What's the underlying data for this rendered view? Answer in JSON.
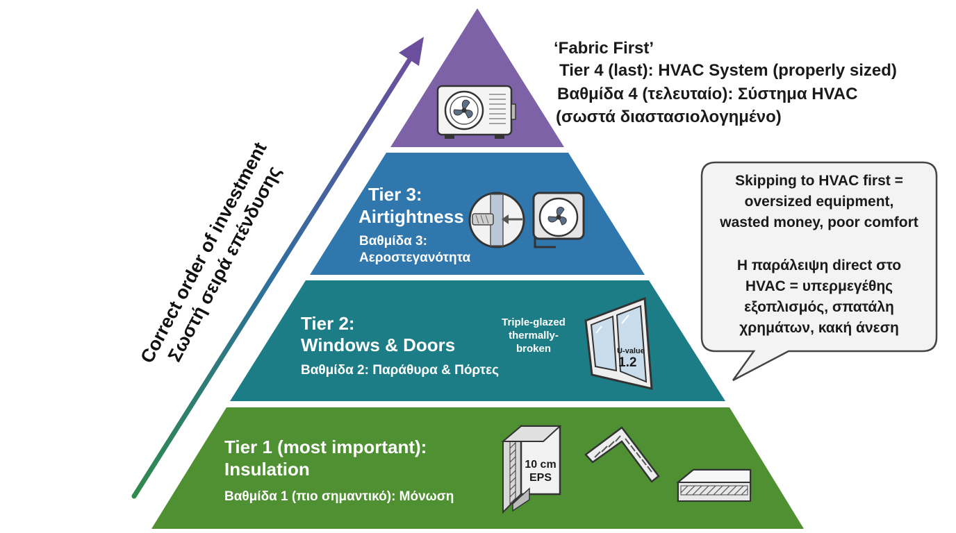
{
  "colors": {
    "tier4": "#7d62a8",
    "tier3": "#2f77ad",
    "tier2": "#1d7d86",
    "tier1": "#4f9033",
    "arrow_start": "#2f8a4c",
    "arrow_end": "#6b4f9c",
    "text_dark": "#1a1a1a",
    "text_light": "#ffffff"
  },
  "arrow_label": {
    "line1": "Correct order of investment",
    "line2": "Σωστή σειρά επένδυσης"
  },
  "tier4": {
    "heading": "‘Fabric First’",
    "title": "Tier 4 (last): HVAC System (properly sized)",
    "subtitle_line1": "Βαθμίδα 4 (τελευταίο): Σύστημα HVAC",
    "subtitle_line2": "(σωστά διαστασιολογημένο)",
    "icon": "air-conditioner-outdoor-unit-icon"
  },
  "tier3": {
    "title_line1": "Tier 3:",
    "title_line2": "Airtightness",
    "subtitle_line1": "Βαθμίδα 3:",
    "subtitle_line2": "Αεροστεγανότητα",
    "icons": [
      "sealed-joint-icon",
      "ventilation-fan-icon"
    ]
  },
  "tier2": {
    "title_line1": "Tier 2:",
    "title_line2": "Windows & Doors",
    "subtitle": "Βαθμίδα 2: Παράθυρα & Πόρτες",
    "note_line1": "Triple-glazed",
    "note_line2": "thermally-",
    "note_line3": "broken",
    "u_label": "U-value",
    "u_value": "1.2",
    "icon": "window-icon"
  },
  "tier1": {
    "title_line1": "Tier 1 (most important):",
    "title_line2": "Insulation",
    "subtitle": "Βαθμίδα 1 (πιο σημαντικό): Μόνωση",
    "board_line1": "10 cm",
    "board_line2": "EPS",
    "icons": [
      "insulation-board-icon",
      "roof-insulation-icon",
      "floor-insulation-icon"
    ]
  },
  "bubble": {
    "en_line1": "Skipping to HVAC first =",
    "en_line2": "oversized equipment,",
    "en_line3": "wasted money, poor comfort",
    "gr_line1": "Η παράλειψη direct στο",
    "gr_line2": "HVAC = υπερμεγέθης",
    "gr_line3": "εξοπλισμός, σπατάλη",
    "gr_line4": "χρημάτων, κακή άνεση"
  }
}
